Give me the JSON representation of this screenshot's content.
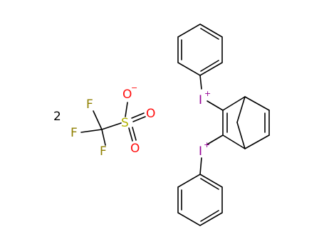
{
  "stoichiometry": "2",
  "colors": {
    "bond": "#000000",
    "iodine": "#940094",
    "sulfur": "#b2b200",
    "oxygen": "#ff0d0d",
    "fluorine": "#8f7f00",
    "text": "#000000"
  },
  "atoms": {
    "iodine_symbol": "I",
    "iodine_charge": "+",
    "sulfur_symbol": "S",
    "oxygen_symbol": "O",
    "oxygen_charge": "−",
    "fluorine_symbol": "F"
  }
}
